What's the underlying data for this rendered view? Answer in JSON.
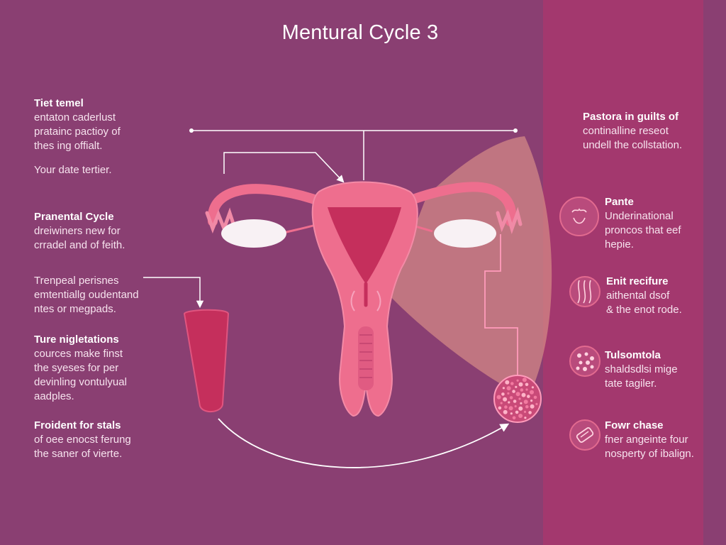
{
  "title": "Mentural Cycle 3",
  "left_blocks": [
    {
      "heading": "Tiet temel",
      "lines": [
        "entaton caderlust",
        "pratainc pactioy of",
        "thes ing offialt."
      ],
      "extra": "Your date tertier."
    },
    {
      "heading": "Pranental Cycle",
      "lines": [
        "dreiwiners new for",
        "crradel and of feith."
      ]
    },
    {
      "heading": "",
      "lines": [
        "Trenpeal perisnes",
        "emtentiallg oudentand",
        "ntes or megpads."
      ]
    },
    {
      "heading": "Ture nigletations",
      "lines": [
        "cources make finst",
        "the syeses for per",
        "devinling vontulyual",
        "aadples."
      ]
    },
    {
      "heading": "Froident for stals",
      "lines": [
        "of oee enocst ferung",
        "the saner of vierte."
      ]
    }
  ],
  "right_blocks": [
    {
      "heading": "Pastora in guilts of",
      "lines": [
        "continalline reseot",
        "undell the collstation."
      ]
    },
    {
      "heading": "Pante",
      "lines": [
        "Underinational",
        "proncos that eef",
        "hepie."
      ],
      "icon": "face-icon"
    },
    {
      "heading": "Enit recifure",
      "lines": [
        "aithental dsof",
        "& the enot rode."
      ],
      "icon": "tissue-icon"
    },
    {
      "heading": "Tulsomtola",
      "lines": [
        "shaldsdlsi mige",
        "tate tagiler."
      ],
      "icon": "cells-icon"
    },
    {
      "heading": "Fowr chase",
      "lines": [
        "fner angeinte four",
        "nosperty of ibalign."
      ],
      "icon": "pad-icon"
    }
  ],
  "colors": {
    "background": "#8a3f72",
    "band": "#a3386e",
    "uterus": "#ee6e8e",
    "uterus_dark": "#c52f5c",
    "ovary": "#f8f1f4",
    "connector": "#ffffff",
    "pink_line": "#ff9bbb"
  }
}
